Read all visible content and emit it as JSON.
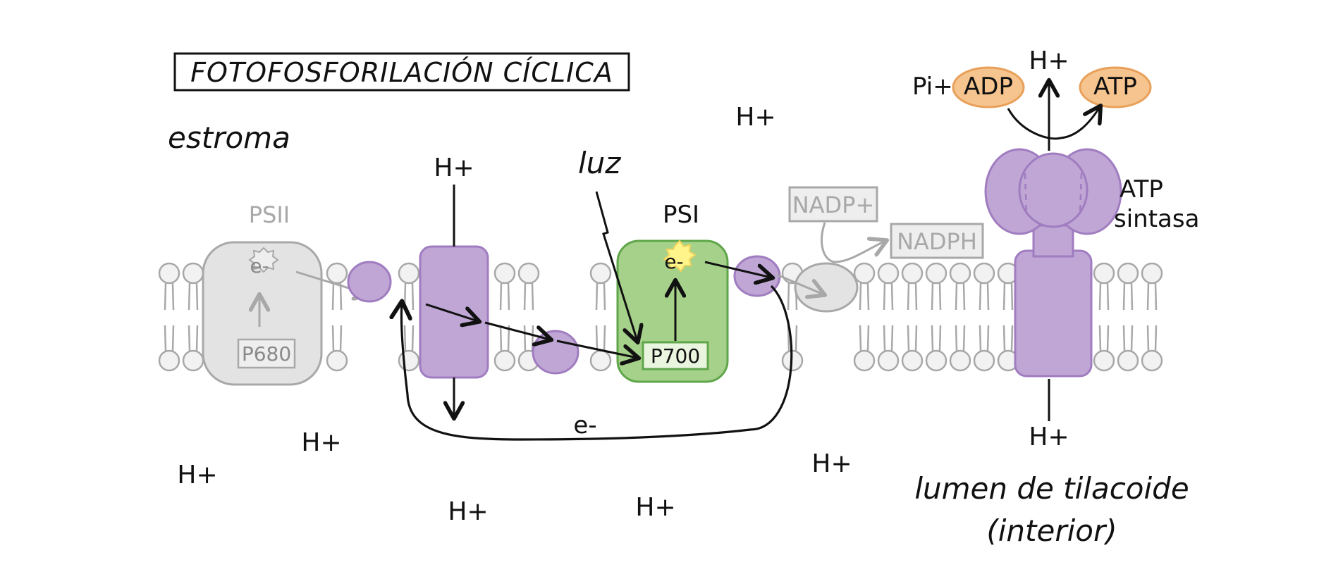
{
  "title": "FOTOFOSFORILACIÓN CÍCLICA",
  "labels": {
    "estroma": "estroma",
    "lumen_line1": "lumen de tilacoide",
    "lumen_line2": "(interior)",
    "luz": "luz",
    "psii": "PSII",
    "p680": "P680",
    "psi": "PSI",
    "p700": "P700",
    "electron": "e-",
    "nadp_plus": "NADP+",
    "nadph": "NADPH",
    "atp_sintasa_line1": "ATP",
    "atp_sintasa_line2": "sintasa",
    "adp": "ADP",
    "atp": "ATP",
    "pi_plus": "Pi+",
    "hplus": "H+"
  },
  "colors": {
    "purple_fill": "#bfa6d4",
    "purple_stroke": "#a07cc0",
    "green_fill": "#a6d18a",
    "green_stroke": "#5fa64a",
    "gray_fill": "#e3e3e3",
    "gray_stroke": "#a8a8a8",
    "orange_fill": "#f6c48e",
    "orange_stroke": "#e8a05a",
    "star_fill": "#fff48a",
    "ink": "#111111"
  }
}
